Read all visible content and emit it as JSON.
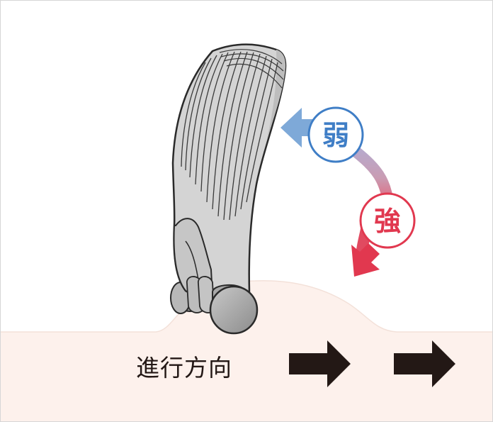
{
  "labels": {
    "weak": "弱",
    "strong": "強",
    "direction": "進行方向"
  },
  "icons": {
    "device": "attachment-head-device",
    "weak_arrow": "arrow-left-icon",
    "strong_arrow": "arrow-down-left-icon",
    "direction_arrows": "arrow-right-icon"
  },
  "colors": {
    "background": "#ffffff",
    "skin": "#fdf1ec",
    "skin_edge": "#f3e1d9",
    "weak": "#3f7ec6",
    "weak_light": "#8db4df",
    "strong": "#e1384f",
    "strong_light": "#c9a0b3",
    "device_fill": "#d4d4d4",
    "device_stroke": "#2a2a2a",
    "arrow_dark": "#231815"
  }
}
